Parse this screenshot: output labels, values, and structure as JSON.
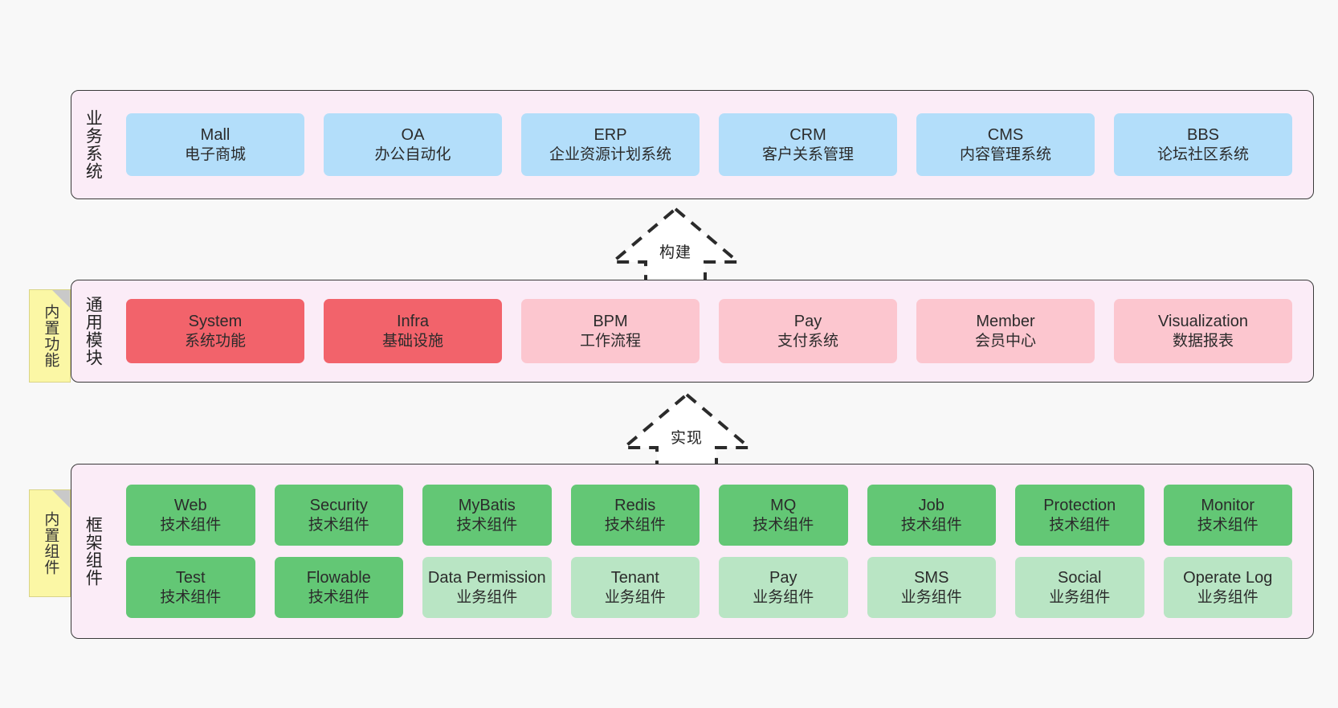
{
  "diagram": {
    "title": "",
    "colors": {
      "band_bg": "#fbecf7",
      "band_border": "#3a3a3a",
      "blue": "#b3defa",
      "red": "#f2636b",
      "pink": "#fcc6cf",
      "green": "#63c775",
      "light_green": "#b9e5c4",
      "sticky_yellow": "#fbf7a5",
      "canvas_bg": "#f8f8f8"
    },
    "bands": [
      {
        "id": "business",
        "title": "业务系统",
        "cards": [
          {
            "name": "Mall",
            "desc": "电子商城",
            "style": "blue"
          },
          {
            "name": "OA",
            "desc": "办公自动化",
            "style": "blue"
          },
          {
            "name": "ERP",
            "desc": "企业资源计划系统",
            "style": "blue"
          },
          {
            "name": "CRM",
            "desc": "客户关系管理",
            "style": "blue"
          },
          {
            "name": "CMS",
            "desc": "内容管理系统",
            "style": "blue"
          },
          {
            "name": "BBS",
            "desc": "论坛社区系统",
            "style": "blue"
          }
        ]
      },
      {
        "id": "common",
        "title": "通用模块",
        "sticky": "内置功能",
        "cards": [
          {
            "name": "System",
            "desc": "系统功能",
            "style": "red"
          },
          {
            "name": "Infra",
            "desc": "基础设施",
            "style": "red"
          },
          {
            "name": "BPM",
            "desc": "工作流程",
            "style": "pink"
          },
          {
            "name": "Pay",
            "desc": "支付系统",
            "style": "pink"
          },
          {
            "name": "Member",
            "desc": "会员中心",
            "style": "pink"
          },
          {
            "name": "Visualization",
            "desc": "数据报表",
            "style": "pink"
          }
        ]
      },
      {
        "id": "framework",
        "title": "框架组件",
        "sticky": "内置组件",
        "rows": [
          [
            {
              "name": "Web",
              "desc": "技术组件",
              "style": "green"
            },
            {
              "name": "Security",
              "desc": "技术组件",
              "style": "green"
            },
            {
              "name": "MyBatis",
              "desc": "技术组件",
              "style": "green"
            },
            {
              "name": "Redis",
              "desc": "技术组件",
              "style": "green"
            },
            {
              "name": "MQ",
              "desc": "技术组件",
              "style": "green"
            },
            {
              "name": "Job",
              "desc": "技术组件",
              "style": "green"
            },
            {
              "name": "Protection",
              "desc": "技术组件",
              "style": "green"
            },
            {
              "name": "Monitor",
              "desc": "技术组件",
              "style": "green"
            }
          ],
          [
            {
              "name": "Test",
              "desc": "技术组件",
              "style": "green"
            },
            {
              "name": "Flowable",
              "desc": "技术组件",
              "style": "green"
            },
            {
              "name": "Data Permission",
              "desc": "业务组件",
              "style": "light_green"
            },
            {
              "name": "Tenant",
              "desc": "业务组件",
              "style": "light_green"
            },
            {
              "name": "Pay",
              "desc": "业务组件",
              "style": "light_green"
            },
            {
              "name": "SMS",
              "desc": "业务组件",
              "style": "light_green"
            },
            {
              "name": "Social",
              "desc": "业务组件",
              "style": "light_green"
            },
            {
              "name": "Operate Log",
              "desc": "业务组件",
              "style": "light_green"
            }
          ]
        ]
      }
    ],
    "connectors": [
      {
        "id": "build",
        "label": "构建",
        "icon": "dashed-hollow-up-arrow"
      },
      {
        "id": "impl",
        "label": "实现",
        "icon": "dashed-hollow-up-arrow"
      }
    ]
  }
}
